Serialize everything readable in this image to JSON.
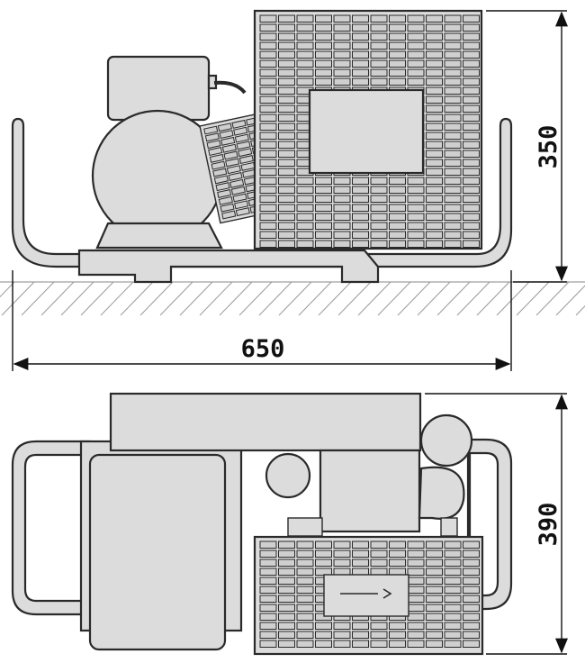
{
  "dimensions": {
    "width_front": "650",
    "height_front": "350",
    "depth_top": "390"
  },
  "colors": {
    "line": "#2a2a2a",
    "fill": "#dcdcdc",
    "cell": "#cfcfcf"
  }
}
